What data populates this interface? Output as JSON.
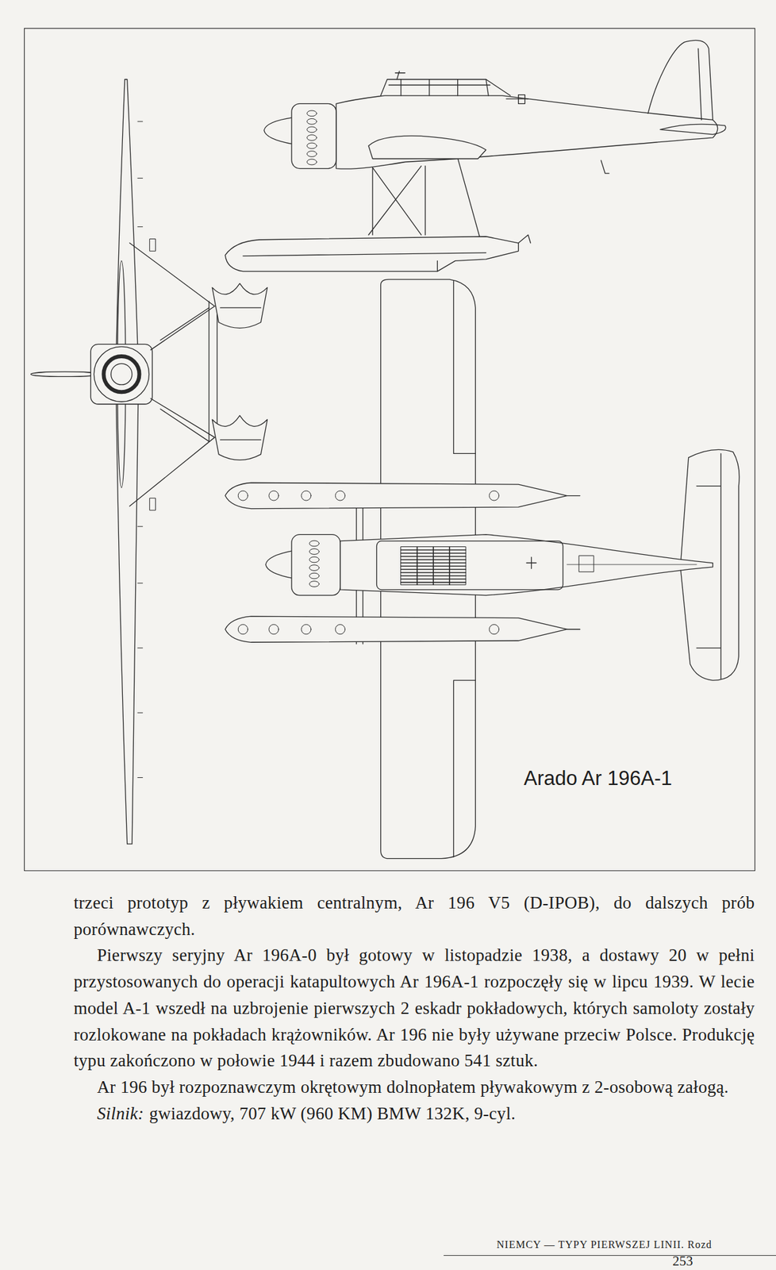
{
  "diagram": {
    "labels": [
      "Arado Ar 196A-1",
      "trzeci prototyp z pływakiem centralnym, Ar 196 V5 (D-IPOB), do dalszych prób porównawczych.",
      "Pierwszy seryjny Ar 196A-0 był gotowy w listopadzie 1938, a dostawy 20 w pełni przystosowanych do operacji katapultowych Ar 196A-1 rozpoczęły się w lipcu 1939. W lecie model A-1 wszedł na uzbrojenie pierwszych 2 eskadr pokładowych, których samoloty zostały rozlokowane na pokładach krążowników. Ar 196 nie były używane przeciw Polsce. Produkcję typu zakończono w połowie 1944 i razem zbudowano 541 sztuk.",
      "Ar 196 był rozpoznawczym okrętowym dolnopłatem pływakowym z 2-osobową załogą.",
      "Silnik:",
      "gwiazdowy, 707 kW (960 KM) BMW 132K, 9-cyl.",
      "NIEMCY — TYPY PIERWSZEJ LINII. Rozd",
      "253"
    ]
  }
}
